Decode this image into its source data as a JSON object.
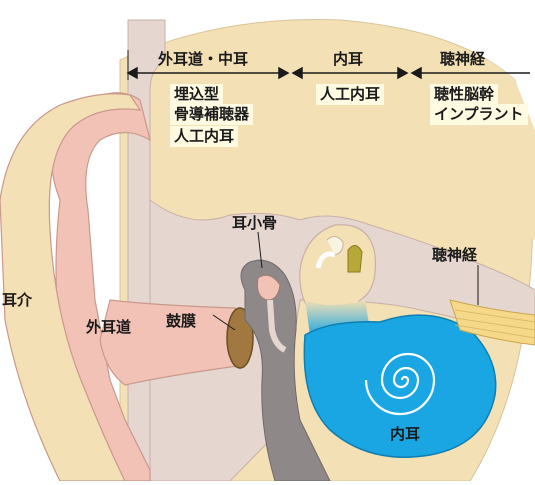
{
  "header": {
    "outer_middle": "外耳道・中耳",
    "inner": "内耳",
    "nerve": "聴神経"
  },
  "devices": {
    "col1": [
      "埋込型",
      "骨導補聴器",
      "人工内耳"
    ],
    "col2": [
      "人工内耳"
    ],
    "col3": [
      "聴性脳幹",
      "インプラント"
    ]
  },
  "labels": {
    "pinna": "耳介",
    "canal": "外耳道",
    "eardrum": "鼓膜",
    "ossicles": "耳小骨",
    "nerve": "聴神経",
    "inner_ear": "内耳"
  },
  "colors": {
    "head_bg": "#f3e0b5",
    "skin": "#f3c2b6",
    "bone": "#e6d6d0",
    "cochlea": "#1aa6e2",
    "eardrum": "#a07840",
    "ossicle_gray": "#8f8888"
  }
}
